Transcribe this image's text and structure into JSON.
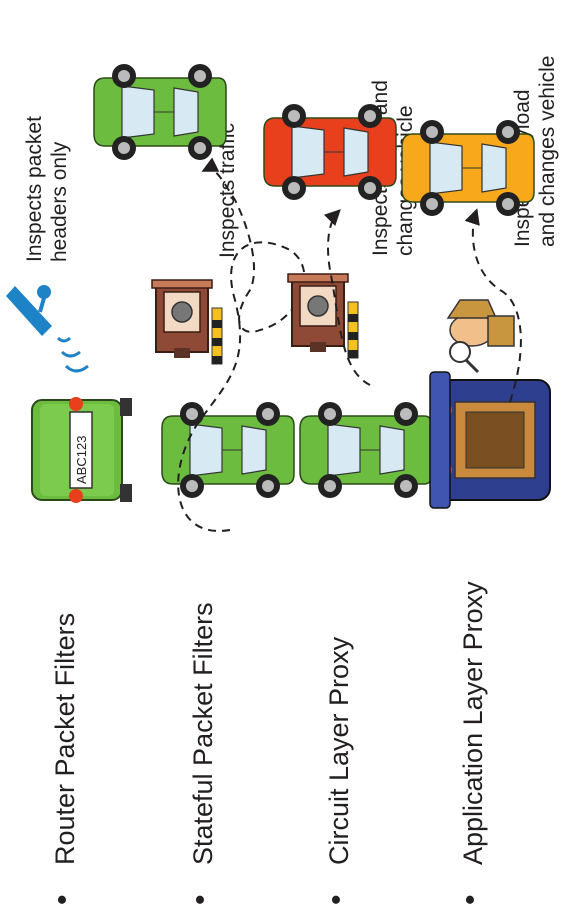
{
  "rows": [
    {
      "label": "Router Packet Filters",
      "notes": [
        "Inspects packet",
        "headers only"
      ],
      "plate": "ABC123"
    },
    {
      "label": "Stateful Packet Filters",
      "notes": [
        "Inspects traffic"
      ]
    },
    {
      "label": "Circuit Layer Proxy",
      "notes": [
        "Inspects traffic and",
        "changes vehicle"
      ]
    },
    {
      "label": "Application Layer Proxy",
      "notes": [
        "Inspects payload",
        "and changes vehicle"
      ]
    }
  ],
  "bullet": "•",
  "colors": {
    "text": "#231f20",
    "car_green": "#6cbd3f",
    "car_red": "#e8401c",
    "car_yellow": "#f7a81b",
    "camera_blue": "#1d83c6",
    "engine_blue": "#2d3f8e",
    "booth": "#8e4a36",
    "barrier_yellow": "#f4c11f"
  },
  "icons": [
    "surveillance-camera-icon",
    "car-icon",
    "toll-booth-icon",
    "detective-icon",
    "open-hood-car-icon"
  ]
}
